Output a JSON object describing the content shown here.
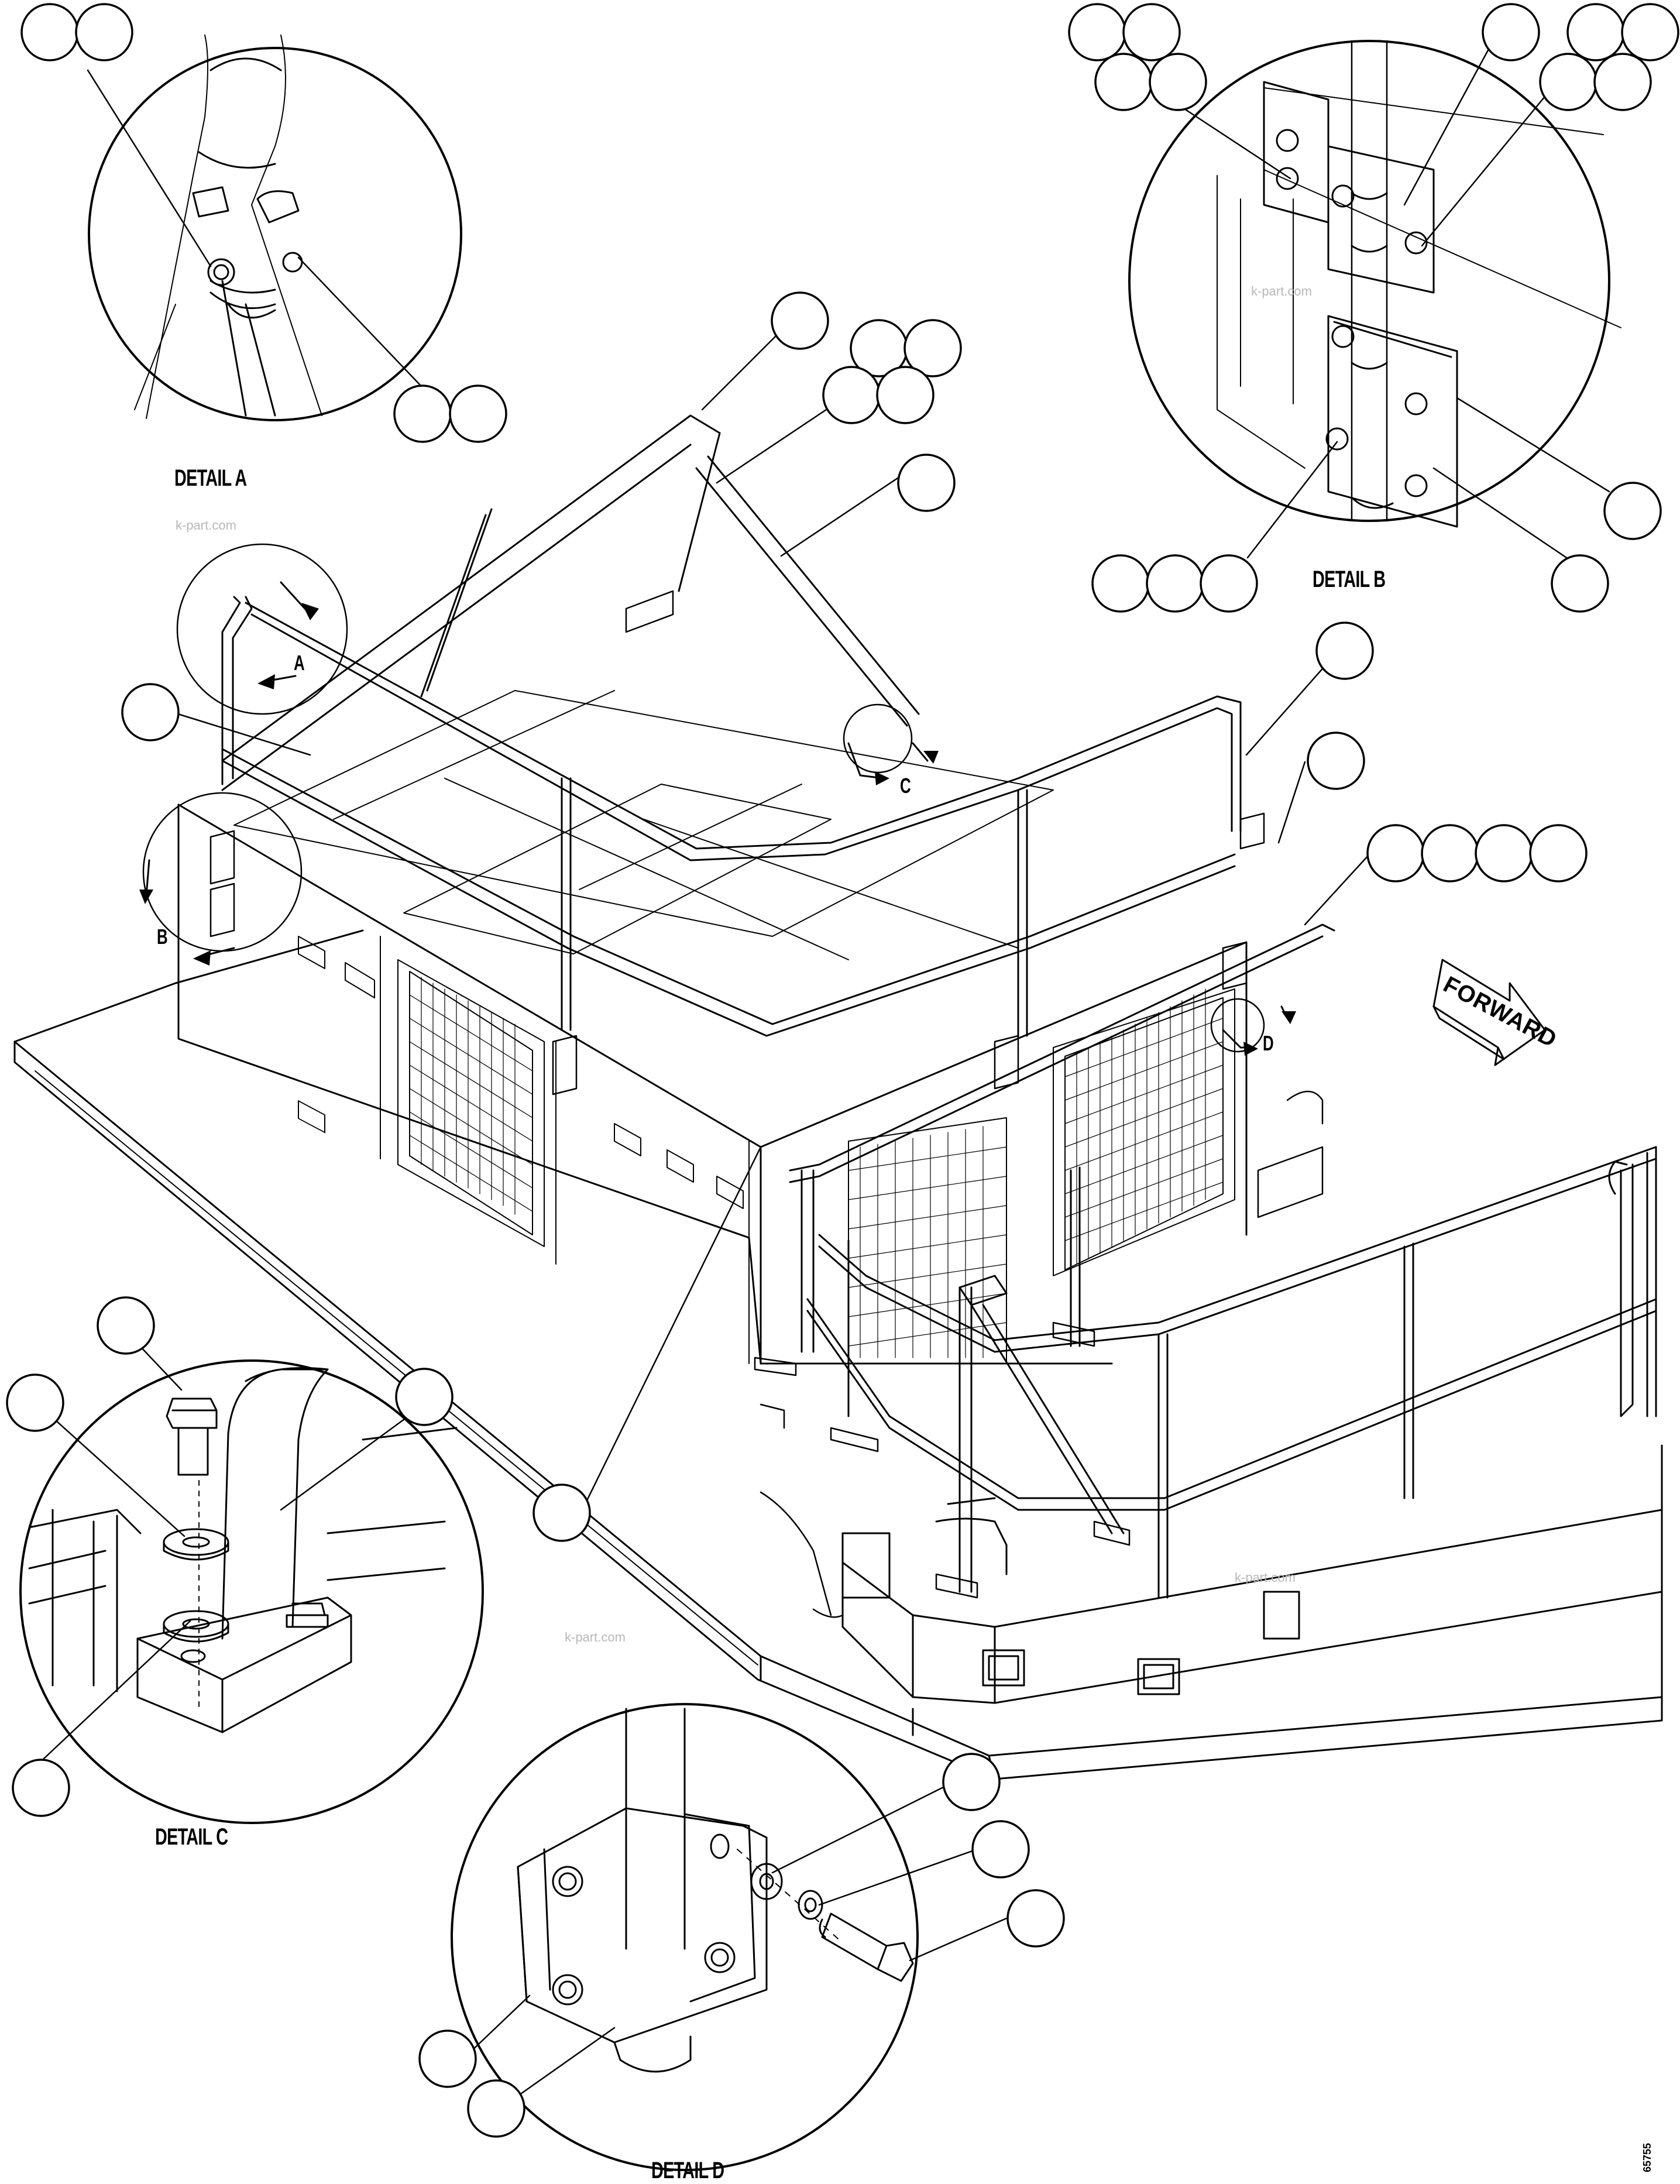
{
  "drawing": {
    "detail_labels": {
      "A": "DETAIL A",
      "B": "DETAIL B",
      "C": "DETAIL C",
      "D": "DETAIL D"
    },
    "view_letters": [
      "A",
      "B",
      "C",
      "D"
    ],
    "direction_label": "FORWARD",
    "watermark": "k-part.com",
    "drawing_number": "65755"
  },
  "colors": {
    "line": "#000000",
    "background": "#ffffff",
    "watermark": "#b8b8b8"
  },
  "icons": [
    "callout-balloon-icon",
    "rotation-arrow-icon",
    "forward-arrow-icon"
  ]
}
